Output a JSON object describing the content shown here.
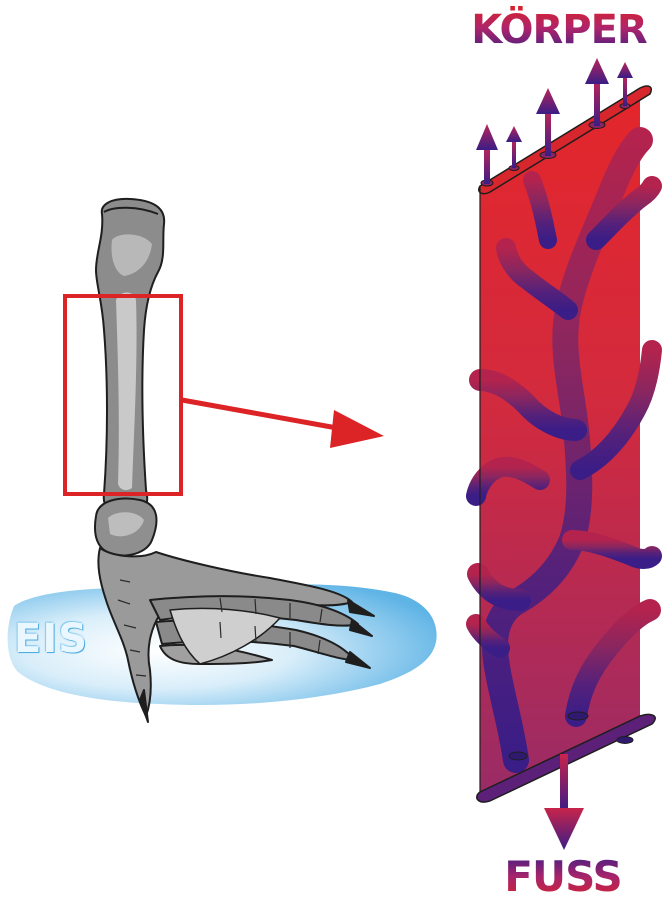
{
  "labels": {
    "body": "KÖRPER",
    "foot": "FUSS",
    "ice": "EIS"
  },
  "colors": {
    "artery_red": "#e2262c",
    "vein_purple": "#3b1d84",
    "arrow_red": "#dc2326",
    "ice_blue": "#7cc4ec",
    "bone_grey": "#8a8a8a"
  },
  "icons": {
    "bird_leg": "bird-leg-skeleton",
    "zoom_arrow": "arrow-right",
    "flow_arrows": "arrow-up",
    "outflow_arrow": "arrow-down"
  }
}
